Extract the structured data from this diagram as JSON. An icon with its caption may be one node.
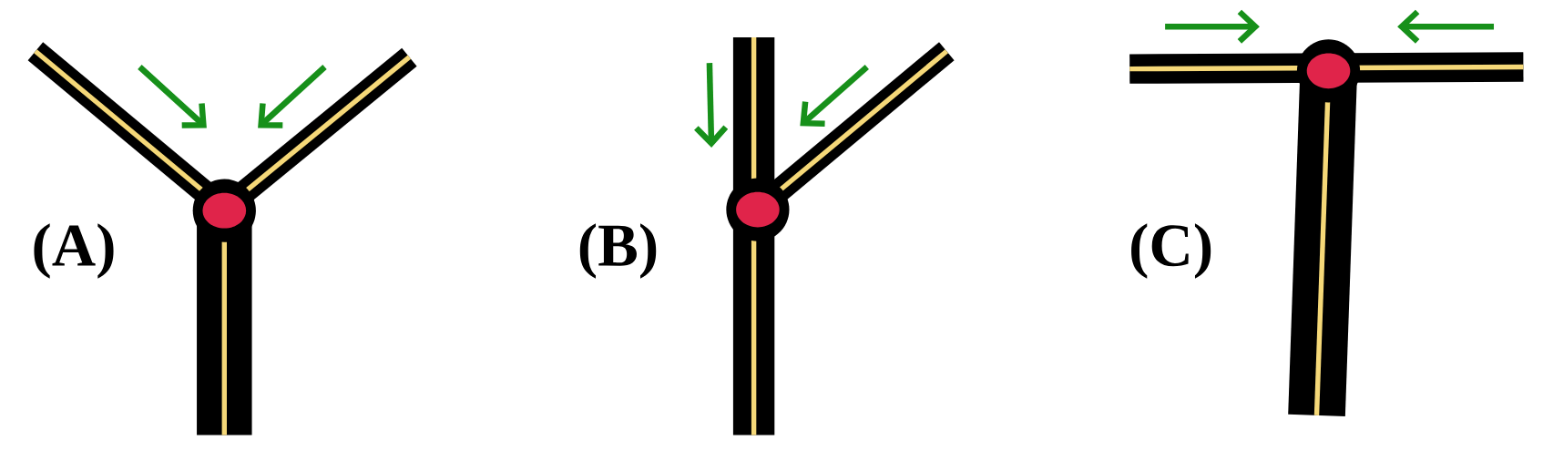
{
  "diagram": {
    "labels": [
      "(A)",
      "(B)",
      "(C)"
    ]
  }
}
